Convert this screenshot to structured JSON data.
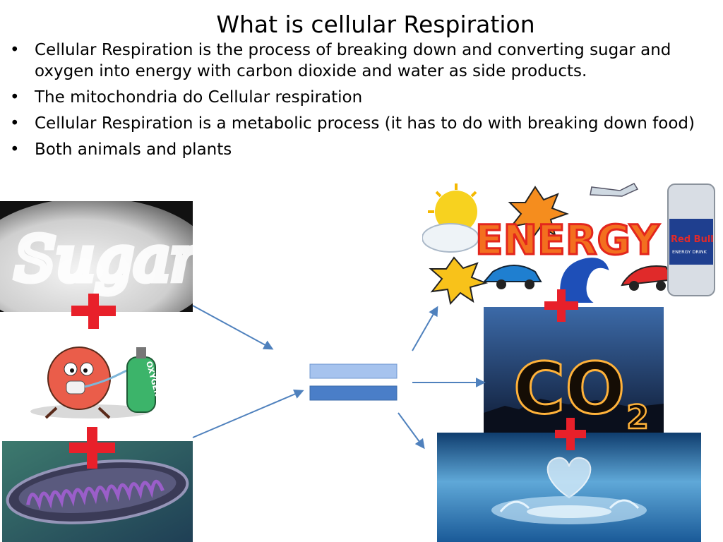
{
  "slide": {
    "title": "What is cellular Respiration",
    "bullets": [
      "Cellular Respiration is the process of breaking down and converting sugar and oxygen into energy with carbon dioxide and water as side products.",
      "The mitochondria do Cellular respiration",
      "Cellular Respiration is a metabolic process (it has to do with breaking down food)",
      "Both animals and plants"
    ],
    "bullet_symbol": "•"
  },
  "images": {
    "sugar": {
      "text": "Sugar",
      "icon": "sugar-image"
    },
    "oxygen": {
      "text": "OXYGEN",
      "icon": "oxygen-tank-cartoon"
    },
    "mitochondria": {
      "icon": "mitochondria-image"
    },
    "energy": {
      "text": "ENERGY",
      "can_text": "Red Bull",
      "can_sub": "ENERGY DRINK",
      "icon": "energy-collage"
    },
    "co2": {
      "text": "CO",
      "subscript": "2",
      "icon": "co2-fire-image"
    },
    "water": {
      "icon": "water-splash-heart"
    }
  },
  "colors": {
    "plus": "#e8202a",
    "arrow": "#4f81bd",
    "equals_top": "#a6c3ee",
    "equals_bottom": "#4a7ec8"
  }
}
